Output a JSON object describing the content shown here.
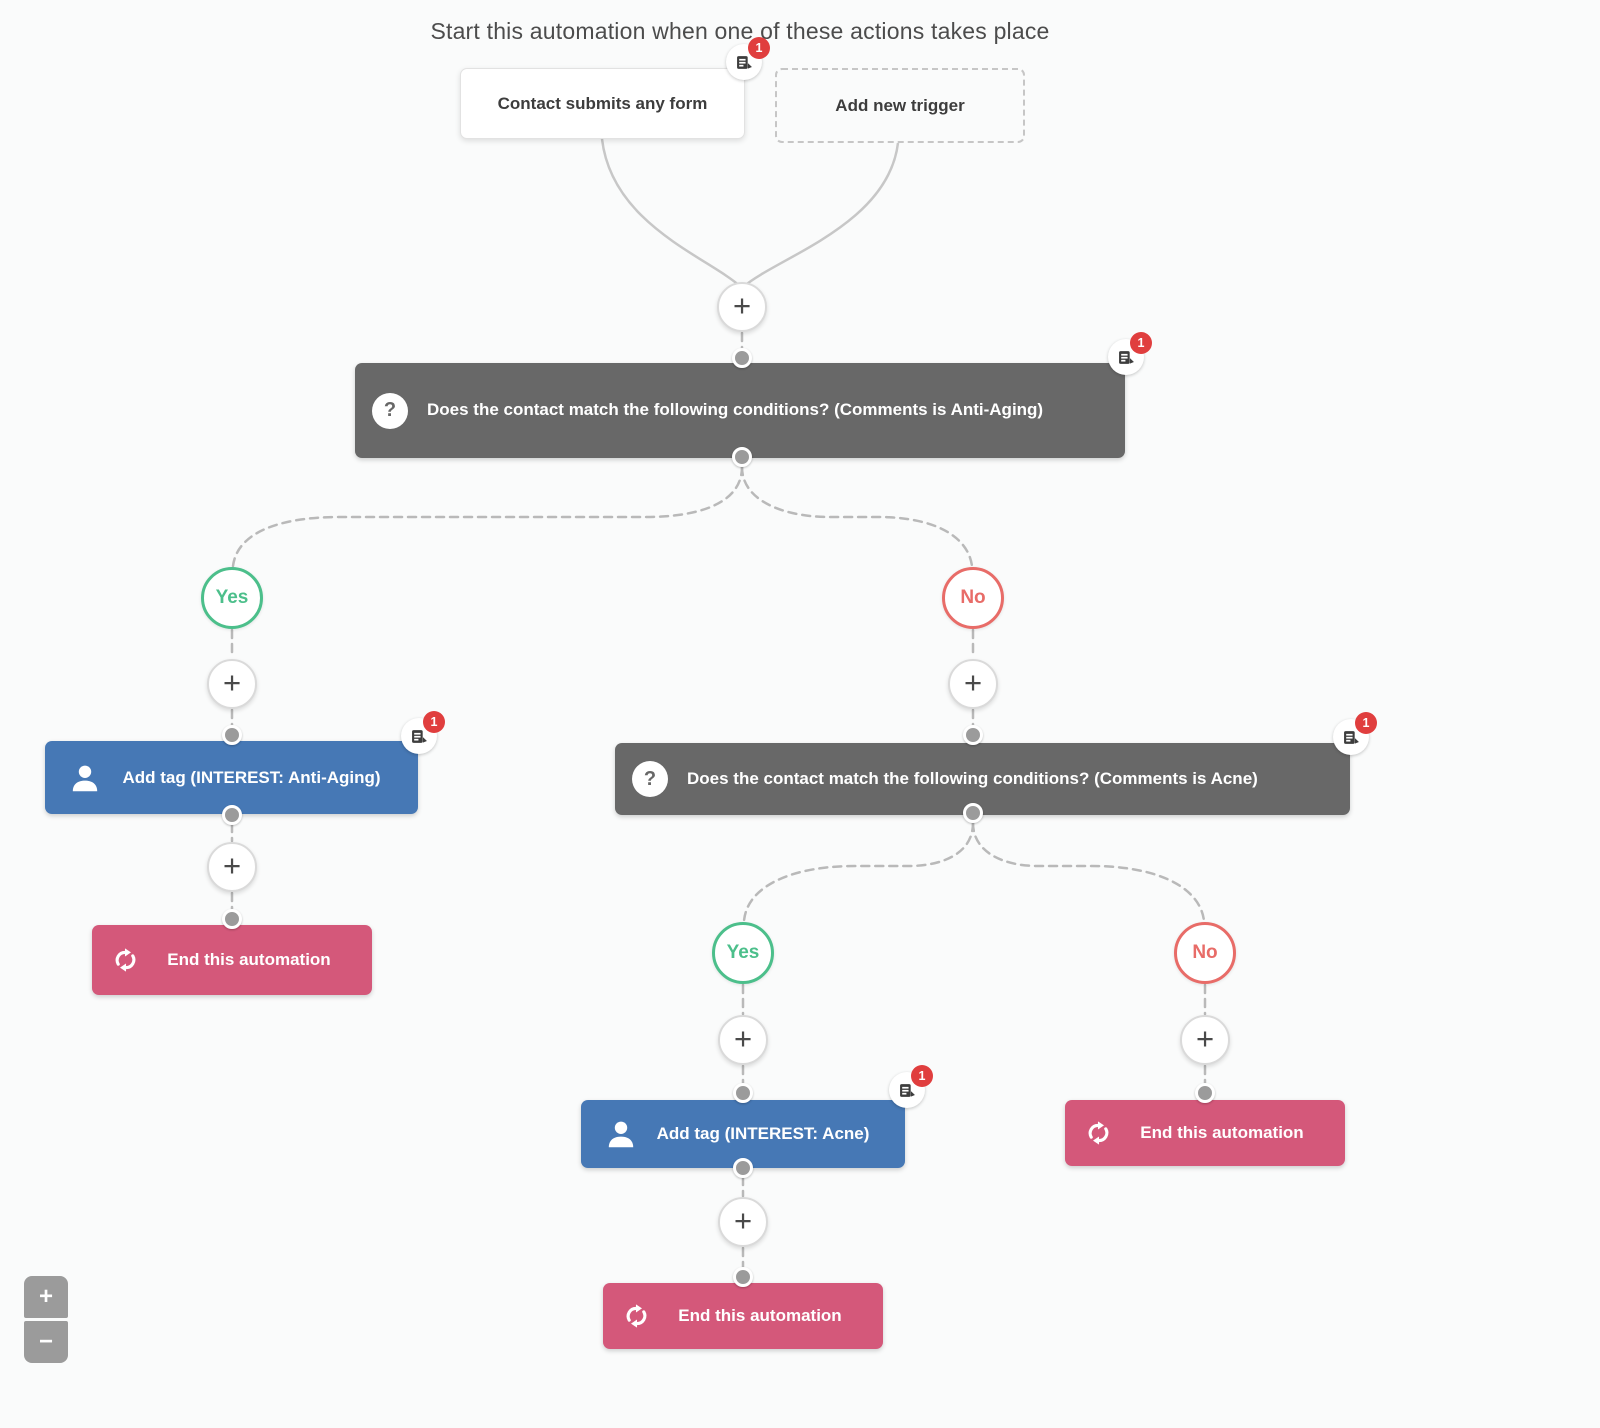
{
  "title": "Start this automation when one of these actions takes place",
  "triggers": {
    "box1": {
      "label": "Contact submits any form",
      "badge": "1"
    },
    "box2": {
      "label": "Add new trigger"
    }
  },
  "flow": {
    "plus": "+",
    "question": "?",
    "yes": "Yes",
    "no": "No",
    "condition_antiaging": {
      "label": "Does the contact match the following conditions? (Comments is Anti-Aging)",
      "badge": "1"
    },
    "condition_acne": {
      "label": "Does the contact match the following conditions? (Comments is Acne)",
      "badge": "1"
    },
    "add_tag_antiaging": {
      "label": "Add tag (INTEREST: Anti-Aging)",
      "badge": "1"
    },
    "add_tag_acne": {
      "label": "Add tag (INTEREST: Acne)",
      "badge": "1"
    },
    "end1": {
      "label": "End this automation"
    },
    "end2": {
      "label": "End this automation"
    },
    "end3": {
      "label": "End this automation"
    }
  },
  "zoom_controls": {
    "zoom_in": "+",
    "zoom_out": "−"
  },
  "colors": {
    "condition_node": "#686868",
    "add_tag_node": "#4678b5",
    "end_node": "#d4587a",
    "yes_branch": "#4cbf8b",
    "no_branch": "#e86c68",
    "badge": "#e03e3e",
    "background": "#fafbfb"
  }
}
